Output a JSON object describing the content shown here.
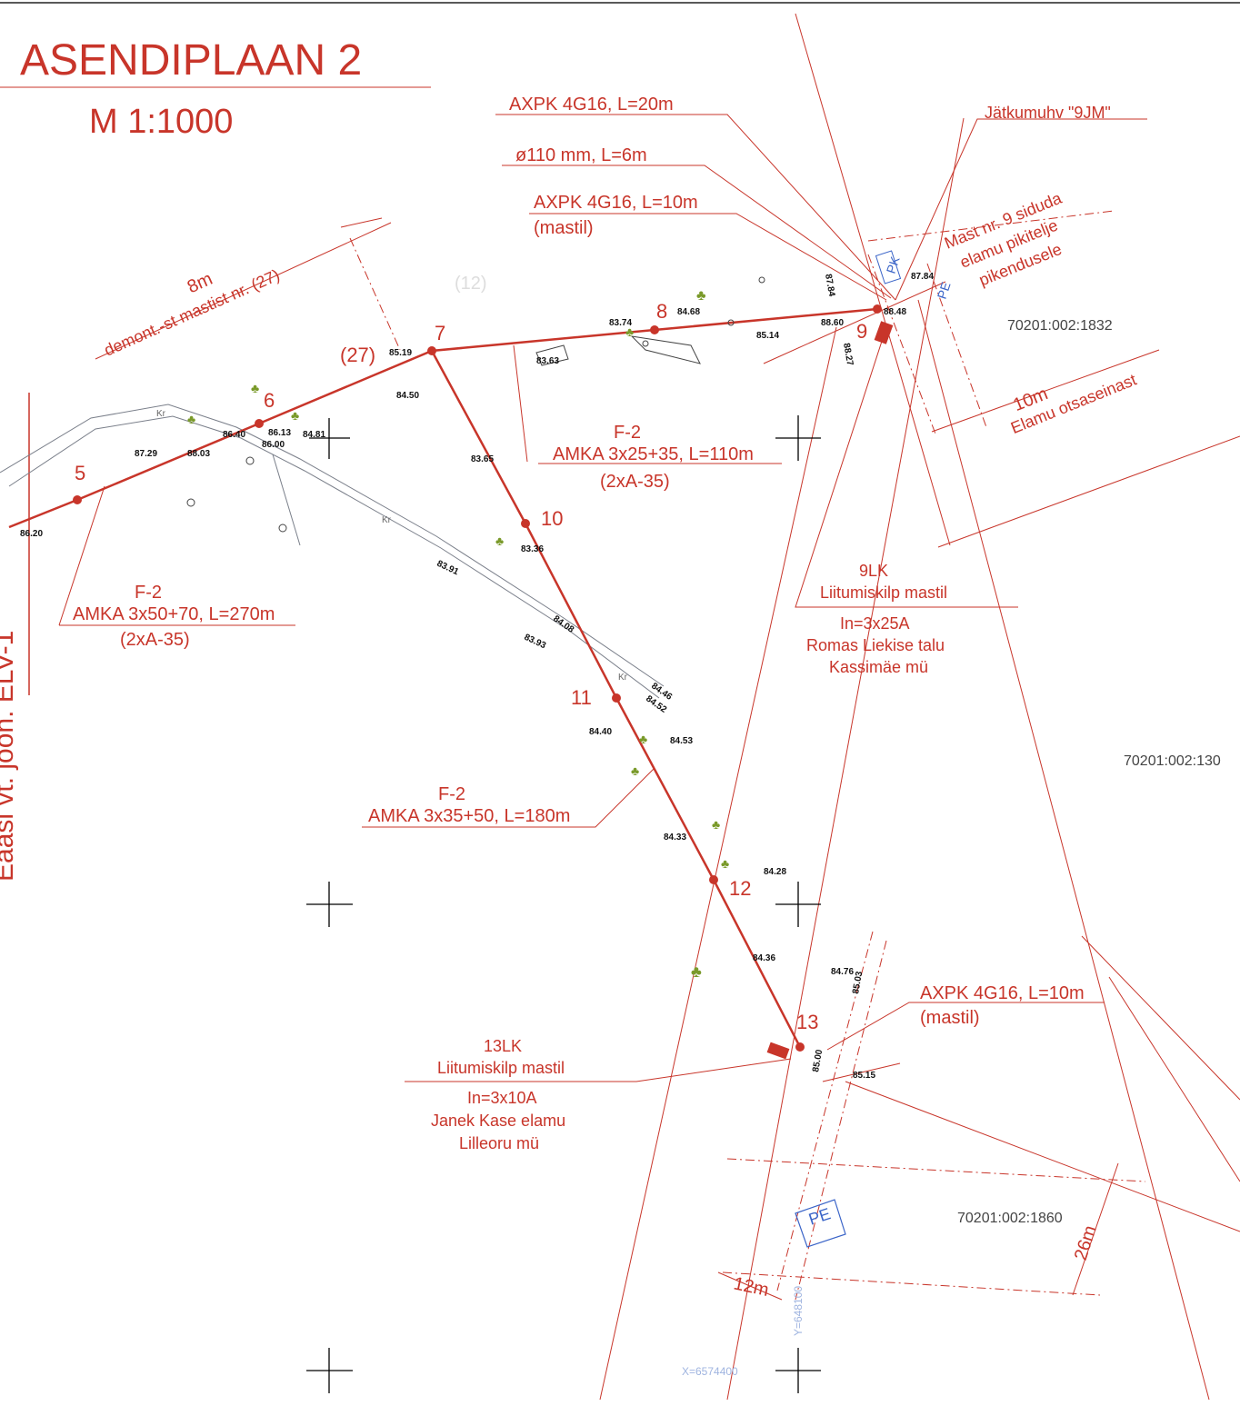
{
  "title": "ASENDIPLAAN 2",
  "scale": "M  1:1000",
  "side_note": "Eaasi vt. joon. ELV-1",
  "masts": [
    {
      "label": "5"
    },
    {
      "label": "6"
    },
    {
      "label": "(27)"
    },
    {
      "label": "7"
    },
    {
      "label": "8"
    },
    {
      "label": "9"
    },
    {
      "label": "10"
    },
    {
      "label": "11"
    },
    {
      "label": "12"
    },
    {
      "label": "13"
    }
  ],
  "callouts": {
    "axpk_20": "AXPK 4G16, L=20m",
    "pipe": "ø110  mm,  L=6m",
    "axpk_10_top": "AXPK 4G16, L=10m",
    "axpk_10_top_sub": "(mastil)",
    "jatkumuhv": "Jätkumuhv \"9JM\"",
    "mast9_note": [
      "Mast nr. 9 siduda",
      "elamu pikitelje",
      "pikendusele"
    ],
    "demont_len": "8m",
    "demont": "demont.-st mastist nr. (27)",
    "circle_ref": "(12)",
    "f2_mid": "F-2",
    "f2_mid_cable": "AMKA  3x25+35,  L=110m",
    "f2_mid_sub": "(2xA-35)",
    "dist_10m": "10m",
    "elamu_otsaseinast": "Elamu otsaseinast",
    "lk9": "9LK",
    "lk9_l1": "Liitumiskilp  mastil",
    "lk9_l2": "In=3x25A",
    "lk9_l3": "Romas Liekise talu",
    "lk9_l4": "Kassimäe mü",
    "f2_left": "F-2",
    "f2_left_cable": "AMKA  3x50+70,  L=270m",
    "f2_left_sub": "(2xA-35)",
    "f2_low": "F-2",
    "f2_low_cable": "AMKA  3x35+50,  L=180m",
    "axpk_10_bot": "AXPK 4G16, L=10m",
    "axpk_10_bot_sub": "(mastil)",
    "lk13": "13LK",
    "lk13_l1": "Liitumiskilp  mastil",
    "lk13_l2": "In=3x10A",
    "lk13_l3": "Janek Kase elamu",
    "lk13_l4": "Lilleoru mü",
    "dist_12m": "12m",
    "dist_26m": "26m",
    "pk": "PK",
    "pe_top": "PE",
    "pe_bottom": "PE"
  },
  "parcels": [
    "70201:002:1832",
    "70201:002:130",
    "70201:002:1860"
  ],
  "coords": {
    "x": "X=6574400",
    "y": "Y=648100"
  },
  "road_label": "Kr",
  "elevations": [
    "86.20",
    "87.29",
    "88.03",
    "86.40",
    "86.13",
    "86.00",
    "84.81",
    "85.19",
    "84.50",
    "83.63",
    "83.74",
    "84.68",
    "85.14",
    "88.60",
    "87.84",
    "87.84",
    "88.27",
    "88.48",
    "83.65",
    "83.36",
    "83.91",
    "84.08",
    "83.93",
    "84.46",
    "84.52",
    "84.40",
    "84.53",
    "84.33",
    "84.28",
    "84.36",
    "84.76",
    "85.03",
    "85.00",
    "85.15"
  ]
}
